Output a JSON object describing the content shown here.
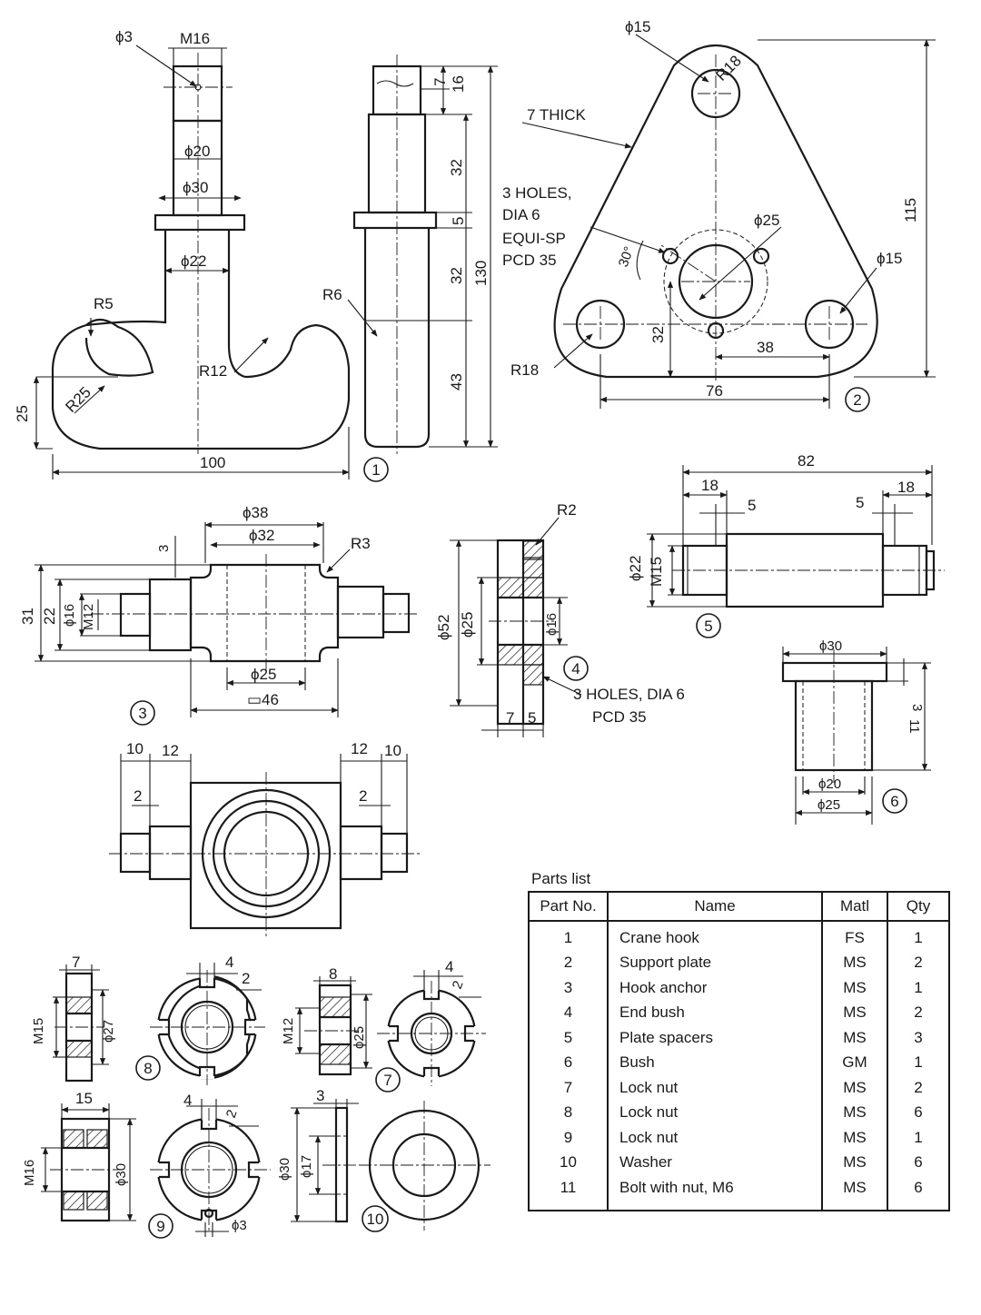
{
  "parts_list": {
    "title": "Parts list",
    "headers": {
      "part_no": "Part No.",
      "name": "Name",
      "material": "Matl",
      "qty": "Qty"
    },
    "rows": [
      {
        "part_no": "1",
        "name": "Crane hook",
        "material": "FS",
        "qty": "1"
      },
      {
        "part_no": "2",
        "name": "Support plate",
        "material": "MS",
        "qty": "2"
      },
      {
        "part_no": "3",
        "name": "Hook anchor",
        "material": "MS",
        "qty": "1"
      },
      {
        "part_no": "4",
        "name": "End bush",
        "material": "MS",
        "qty": "2"
      },
      {
        "part_no": "5",
        "name": "Plate spacers",
        "material": "MS",
        "qty": "3"
      },
      {
        "part_no": "6",
        "name": "Bush",
        "material": "GM",
        "qty": "1"
      },
      {
        "part_no": "7",
        "name": "Lock nut",
        "material": "MS",
        "qty": "2"
      },
      {
        "part_no": "8",
        "name": "Lock nut",
        "material": "MS",
        "qty": "6"
      },
      {
        "part_no": "9",
        "name": "Lock nut",
        "material": "MS",
        "qty": "1"
      },
      {
        "part_no": "10",
        "name": "Washer",
        "material": "MS",
        "qty": "6"
      },
      {
        "part_no": "11",
        "name": "Bolt with nut, M6",
        "material": "MS",
        "qty": "6"
      }
    ]
  },
  "part_numbers": [
    "1",
    "2",
    "3",
    "4",
    "5",
    "6",
    "7",
    "8",
    "9",
    "10"
  ],
  "part1": {
    "front": {
      "phi3": "ϕ3",
      "m16": "M16",
      "phi20": "ϕ20",
      "phi30": "ϕ30",
      "phi22": "ϕ22",
      "r5": "R5",
      "r25": "R25",
      "r12": "R12",
      "d25": "25",
      "d100": "100"
    },
    "side": {
      "d7": "7",
      "d16": "16",
      "d32a": "32",
      "d5": "5",
      "d32b": "32",
      "d130": "130",
      "d43": "43",
      "r6": "R6"
    }
  },
  "part2": {
    "phi15_top": "ϕ15",
    "r18_top": "R18",
    "thick": "7 THICK",
    "holes_l1": "3 HOLES,",
    "holes_l2": "DIA 6",
    "holes_l3": "EQUI-SP",
    "holes_l4": "PCD 35",
    "phi25": "ϕ25",
    "angle": "30°",
    "phi15_right": "ϕ15",
    "d115": "115",
    "d32": "32",
    "d38": "38",
    "r18_left": "R18",
    "d76": "76"
  },
  "part3": {
    "phi38": "ϕ38",
    "phi32": "ϕ32",
    "r3": "R3",
    "d3": "3",
    "d31": "31",
    "d22": "22",
    "phi16": "ϕ16",
    "m12": "M12",
    "phi25": "ϕ25",
    "sq46": "▭46"
  },
  "part3_top": {
    "d10a": "10",
    "d12a": "12",
    "d12b": "12",
    "d10b": "10",
    "d2a": "2",
    "d2b": "2"
  },
  "part4": {
    "r2": "R2",
    "phi52": "ϕ52",
    "phi25": "ϕ25",
    "phi16": "ϕ16",
    "holes": "3 HOLES, DIA 6",
    "pcd": "PCD 35",
    "d7": "7",
    "d5": "5"
  },
  "part5": {
    "d82": "82",
    "d18a": "18",
    "d5a": "5",
    "d5b": "5",
    "d18b": "18",
    "phi22": "ϕ22",
    "m15": "M15"
  },
  "part6": {
    "phi30": "ϕ30",
    "d3": "3",
    "d11": "11",
    "phi20": "ϕ20",
    "phi25": "ϕ25"
  },
  "part8": {
    "d7": "7",
    "m15": "M15",
    "phi27": "ϕ27",
    "d4": "4",
    "d2": "2"
  },
  "part7": {
    "d8": "8",
    "m12": "M12",
    "phi25": "ϕ25",
    "d4": "4",
    "d2": "2"
  },
  "part9": {
    "d15": "15",
    "m16": "M16",
    "phi30": "ϕ30",
    "d4": "4",
    "d2": "2",
    "phi3": "ϕ3"
  },
  "part10": {
    "d3": "3",
    "phi30": "ϕ30",
    "phi17": "ϕ17"
  }
}
